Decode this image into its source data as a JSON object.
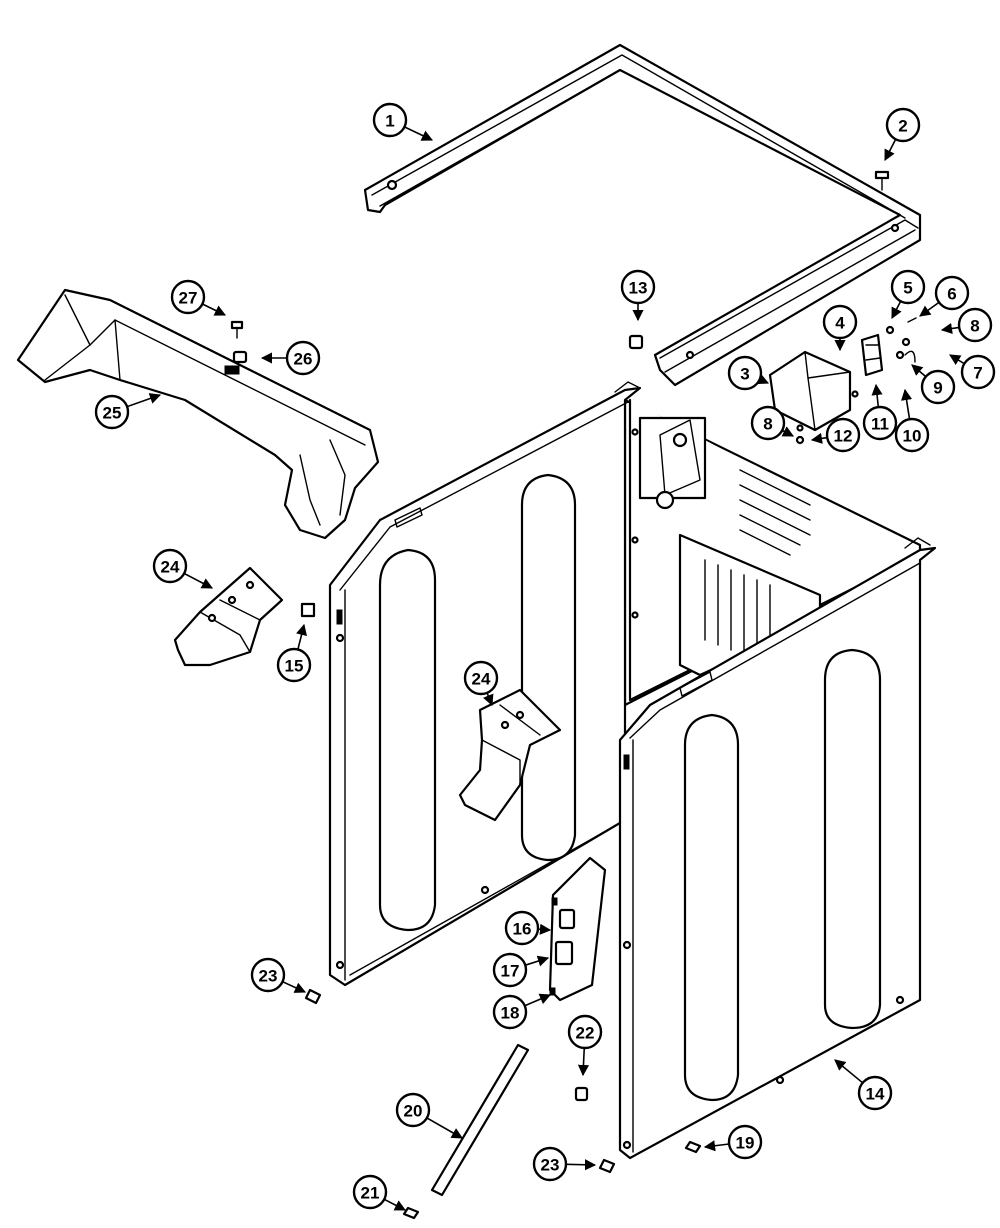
{
  "callouts": [
    {
      "label": "1"
    },
    {
      "label": "2"
    },
    {
      "label": "3"
    },
    {
      "label": "4"
    },
    {
      "label": "5"
    },
    {
      "label": "6"
    },
    {
      "label": "7"
    },
    {
      "label": "8"
    },
    {
      "label": "8"
    },
    {
      "label": "9"
    },
    {
      "label": "10"
    },
    {
      "label": "11"
    },
    {
      "label": "12"
    },
    {
      "label": "13"
    },
    {
      "label": "14"
    },
    {
      "label": "15"
    },
    {
      "label": "16"
    },
    {
      "label": "17"
    },
    {
      "label": "18"
    },
    {
      "label": "19"
    },
    {
      "label": "20"
    },
    {
      "label": "21"
    },
    {
      "label": "22"
    },
    {
      "label": "23"
    },
    {
      "label": "23"
    },
    {
      "label": "24"
    },
    {
      "label": "24"
    },
    {
      "label": "25"
    },
    {
      "label": "26"
    },
    {
      "label": "27"
    }
  ]
}
